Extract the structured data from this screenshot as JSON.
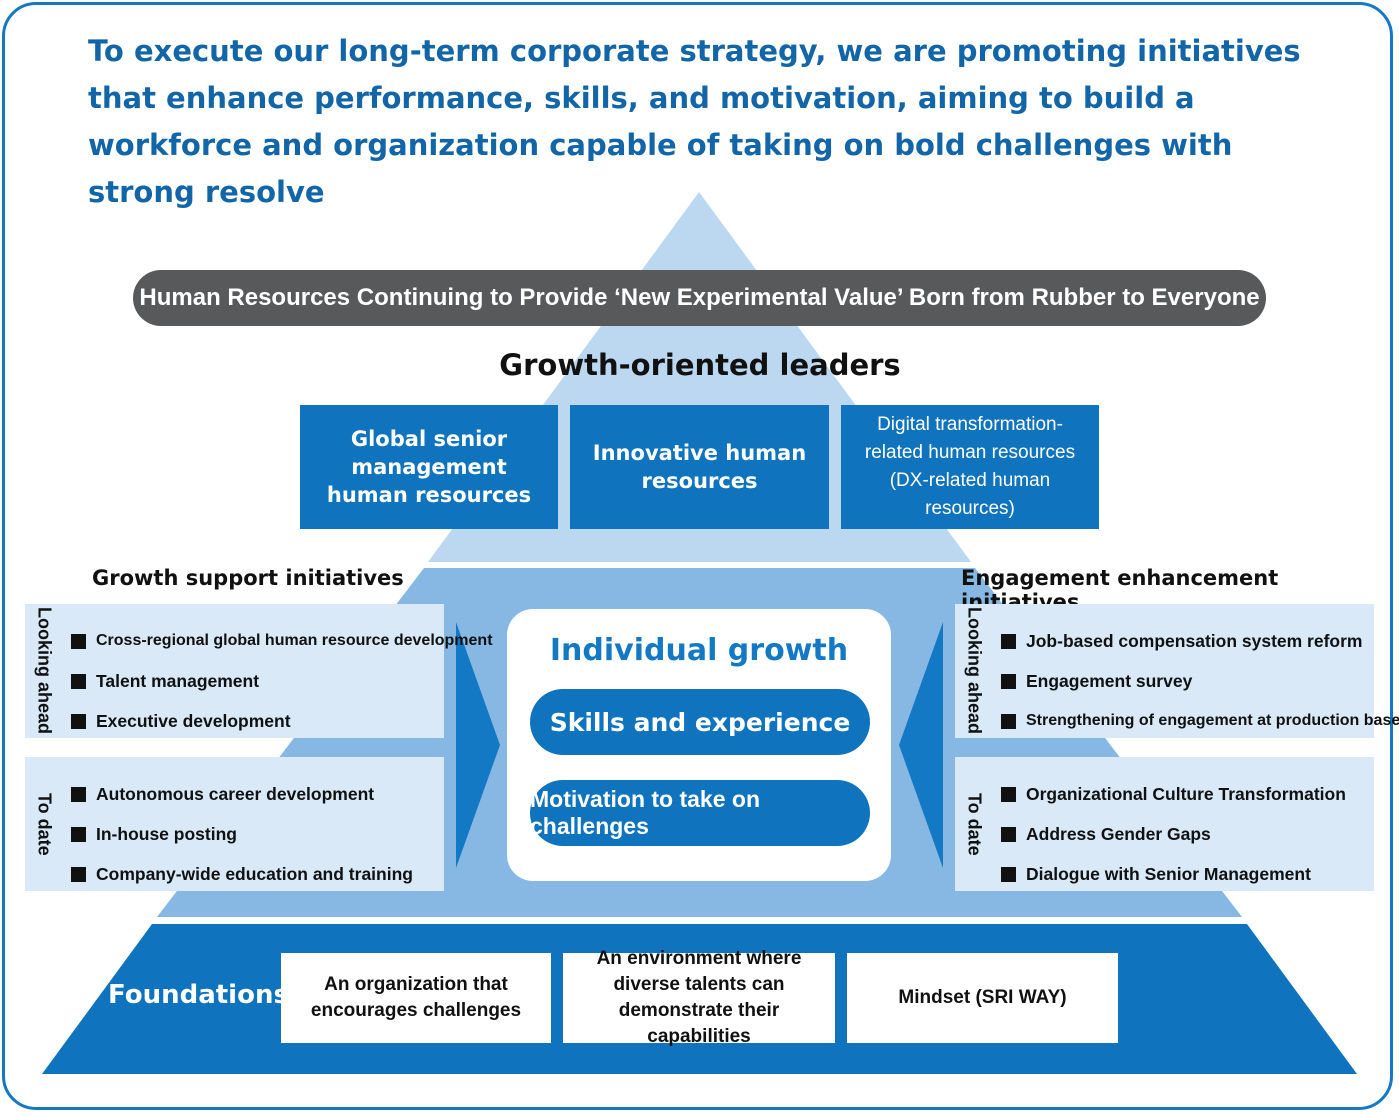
{
  "headline": "To execute our long-term corporate strategy, we are promoting initiatives that enhance performance, skills, and motivation, aiming to build a workforce and organization capable of taking on bold challenges with strong resolve",
  "banner": "Human Resources Continuing to Provide ‘New Experimental Value’ Born from Rubber to Everyone",
  "leaders": {
    "title": "Growth-oriented leaders",
    "boxes": [
      "Global senior management human resources",
      "Innovative human resources",
      "Digital transformation-related human resources (DX-related human resources)"
    ]
  },
  "growth_support": {
    "title": "Growth support initiatives",
    "looking_ahead": {
      "label": "Looking ahead",
      "items": [
        "Cross-regional global human resource development",
        "Talent management",
        "Executive development"
      ]
    },
    "to_date": {
      "label": "To date",
      "items": [
        "Autonomous career development",
        "In-house posting",
        "Company-wide education and training"
      ]
    }
  },
  "engagement": {
    "title": "Engagement enhancement initiatives",
    "looking_ahead": {
      "label": "Looking ahead",
      "items": [
        "Job-based compensation system reform",
        "Engagement survey",
        "Strengthening of engagement at production bases"
      ]
    },
    "to_date": {
      "label": "To date",
      "items": [
        "Organizational Culture Transformation",
        "Address Gender Gaps",
        "Dialogue with Senior Management"
      ]
    }
  },
  "individual_growth": {
    "title": "Individual growth",
    "pills": [
      "Skills and experience",
      "Motivation to take on challenges"
    ]
  },
  "foundations": {
    "label": "Foundations",
    "boxes": [
      "An organization that encourages challenges",
      "An environment where diverse talents can demonstrate their capabilities",
      "Mindset (SRI WAY)"
    ]
  },
  "colors": {
    "frame": "#1479c4",
    "headline": "#1266a8",
    "pyramid_top": "#bcd7f0",
    "pyramid_mid": "#86b8e3",
    "pyramid_base": "#0f73bd",
    "banner": "#58595b",
    "panel": "#d9e9f7"
  }
}
